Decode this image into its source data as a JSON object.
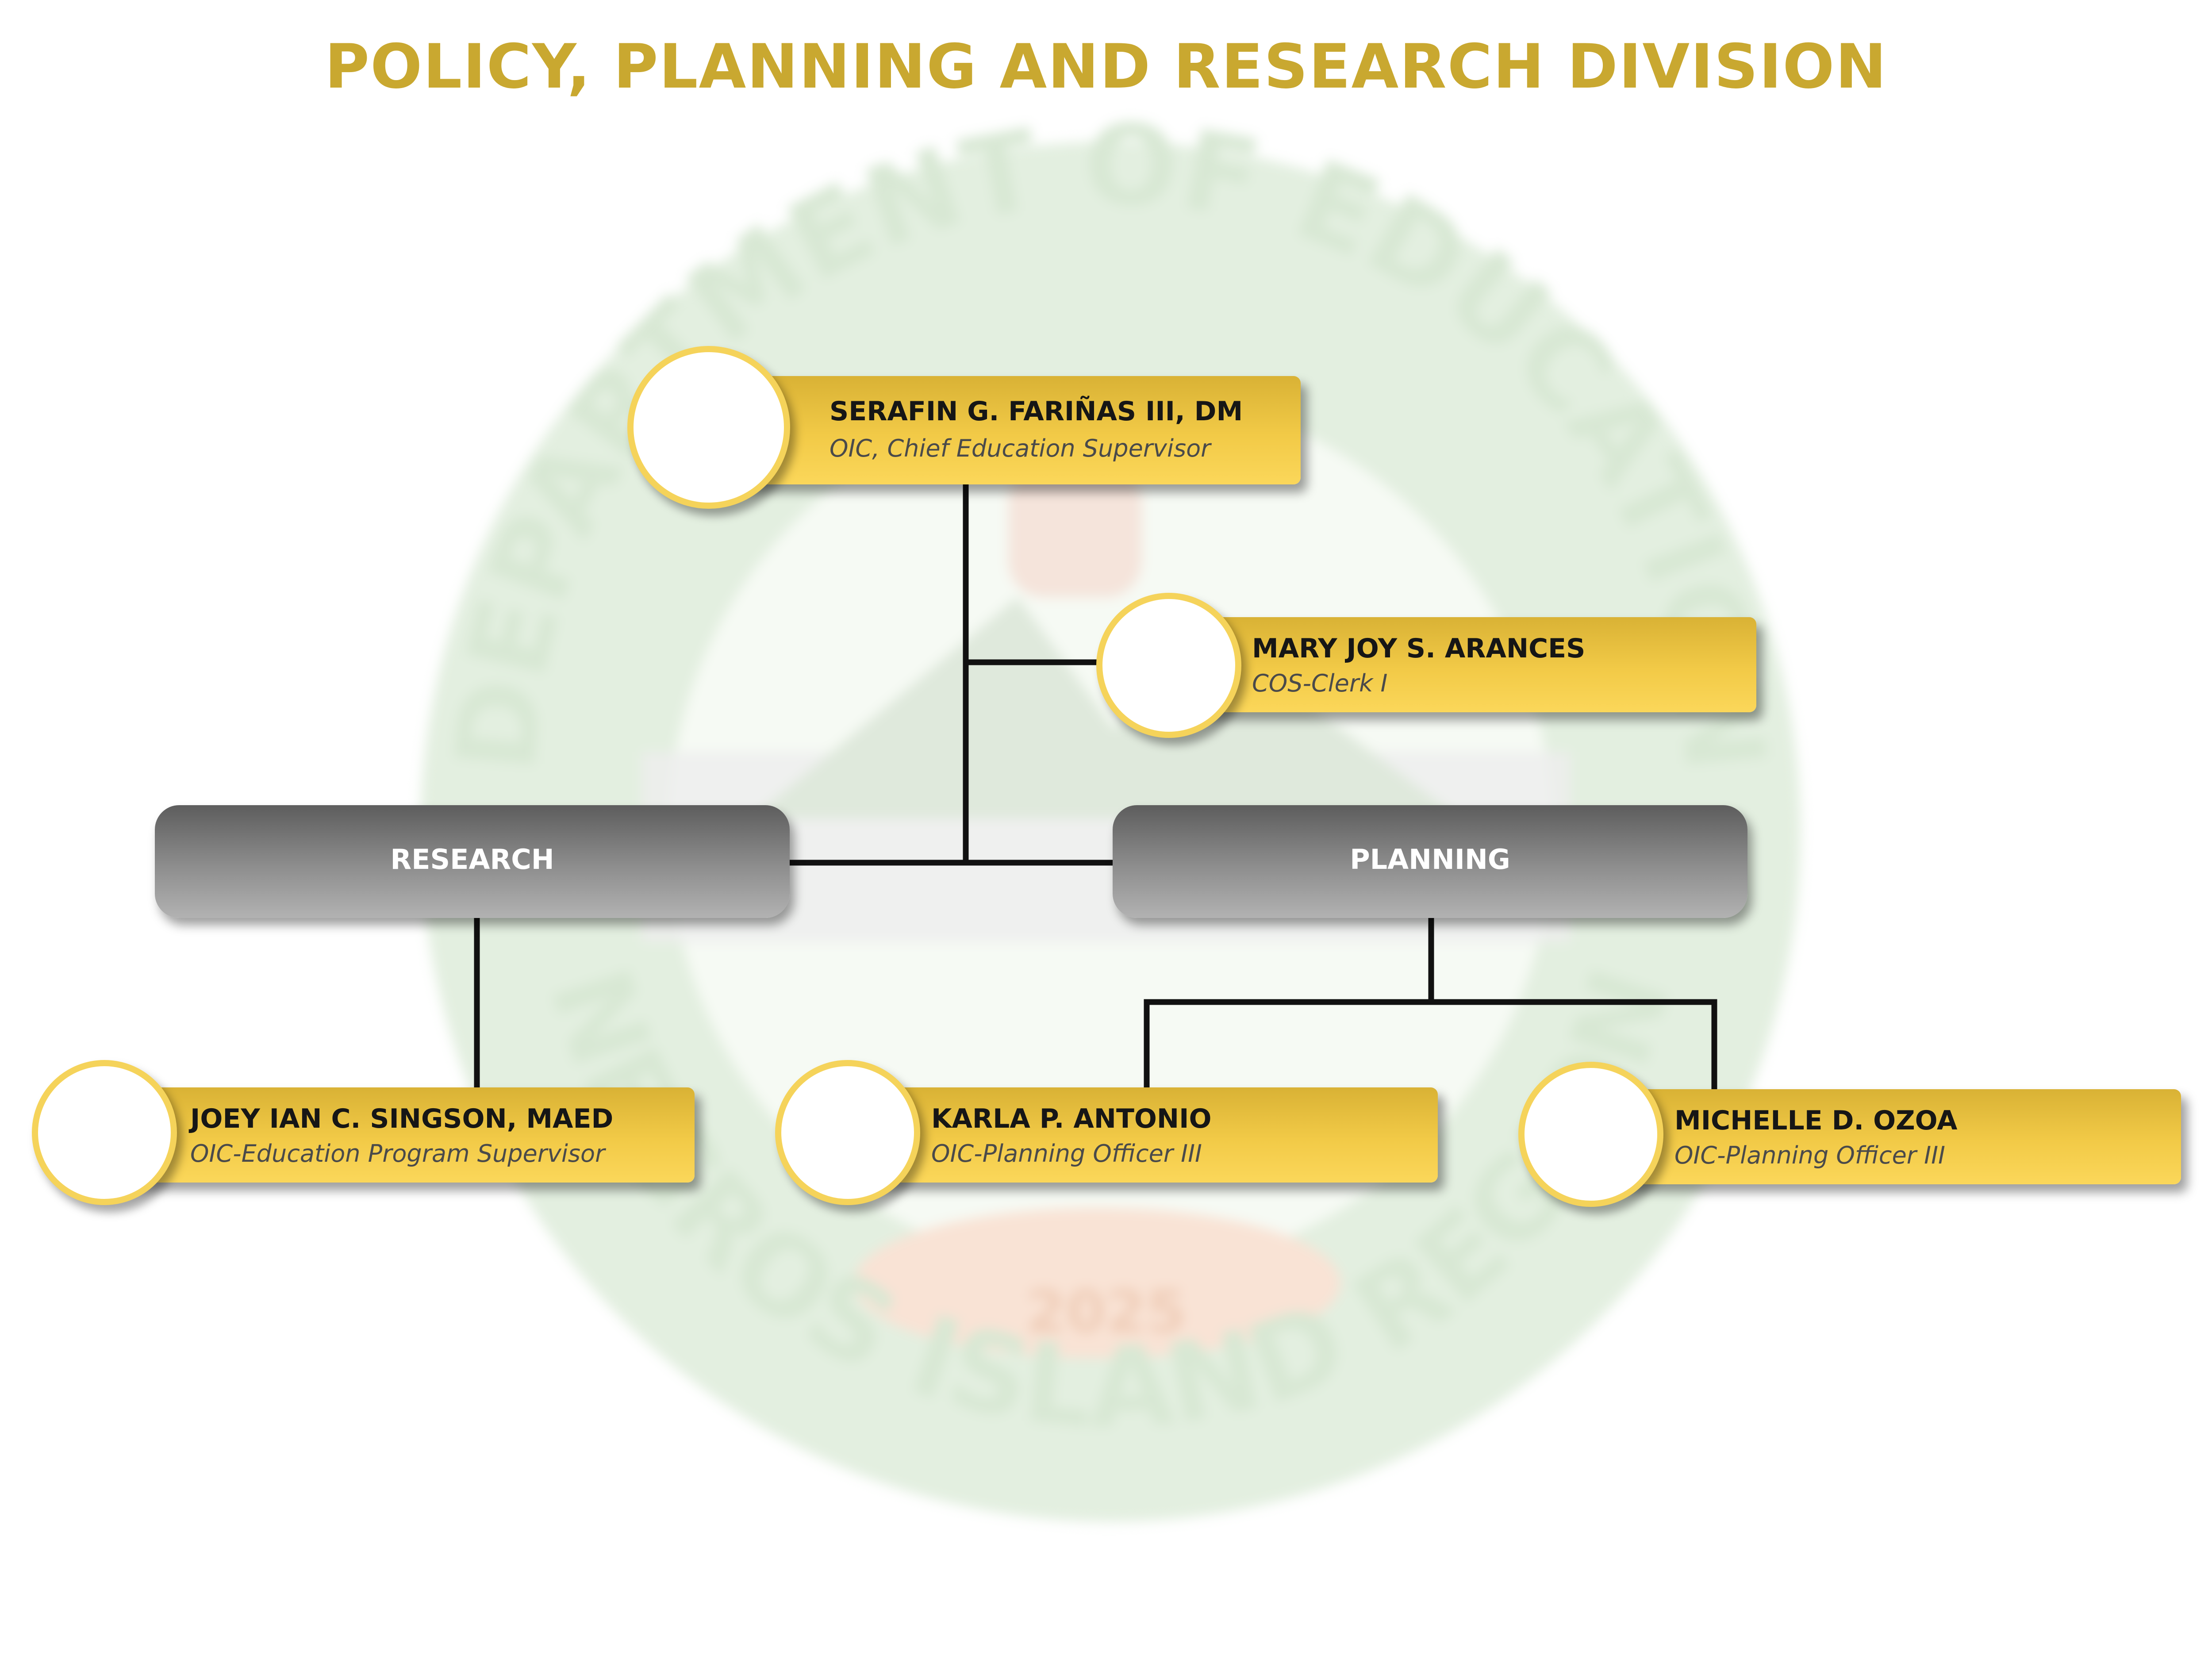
{
  "title": "POLICY, PLANNING AND RESEARCH DIVISION",
  "seal": {
    "top_text": "DEPARTMENT OF EDUCATION",
    "bottom_text": "NEGROS ISLAND REGION",
    "year": "2025",
    "ring_color": "#e3efe0",
    "accent_color": "#f9e3d5"
  },
  "colors": {
    "title": "#c9a830",
    "card": "#f2ca47",
    "avatar_ring": "#f5d35a",
    "dept_box": "#8e8e8e",
    "connector": "#111111"
  },
  "chief": {
    "name": "SERAFIN G. FARIÑAS III, DM",
    "role": "OIC, Chief Education Supervisor"
  },
  "clerk": {
    "name": "MARY JOY S. ARANCES",
    "role": "COS-Clerk I"
  },
  "departments": {
    "research": {
      "label": "RESEARCH"
    },
    "planning": {
      "label": "PLANNING"
    }
  },
  "staff": {
    "research_supervisor": {
      "name": "JOEY IAN C. SINGSON, MAED",
      "role": "OIC-Education Program Supervisor"
    },
    "planning_officer_1": {
      "name": "KARLA P. ANTONIO",
      "role": "OIC-Planning Officer III"
    },
    "planning_officer_2": {
      "name": "MICHELLE D. OZOA",
      "role": "OIC-Planning Officer III"
    }
  }
}
